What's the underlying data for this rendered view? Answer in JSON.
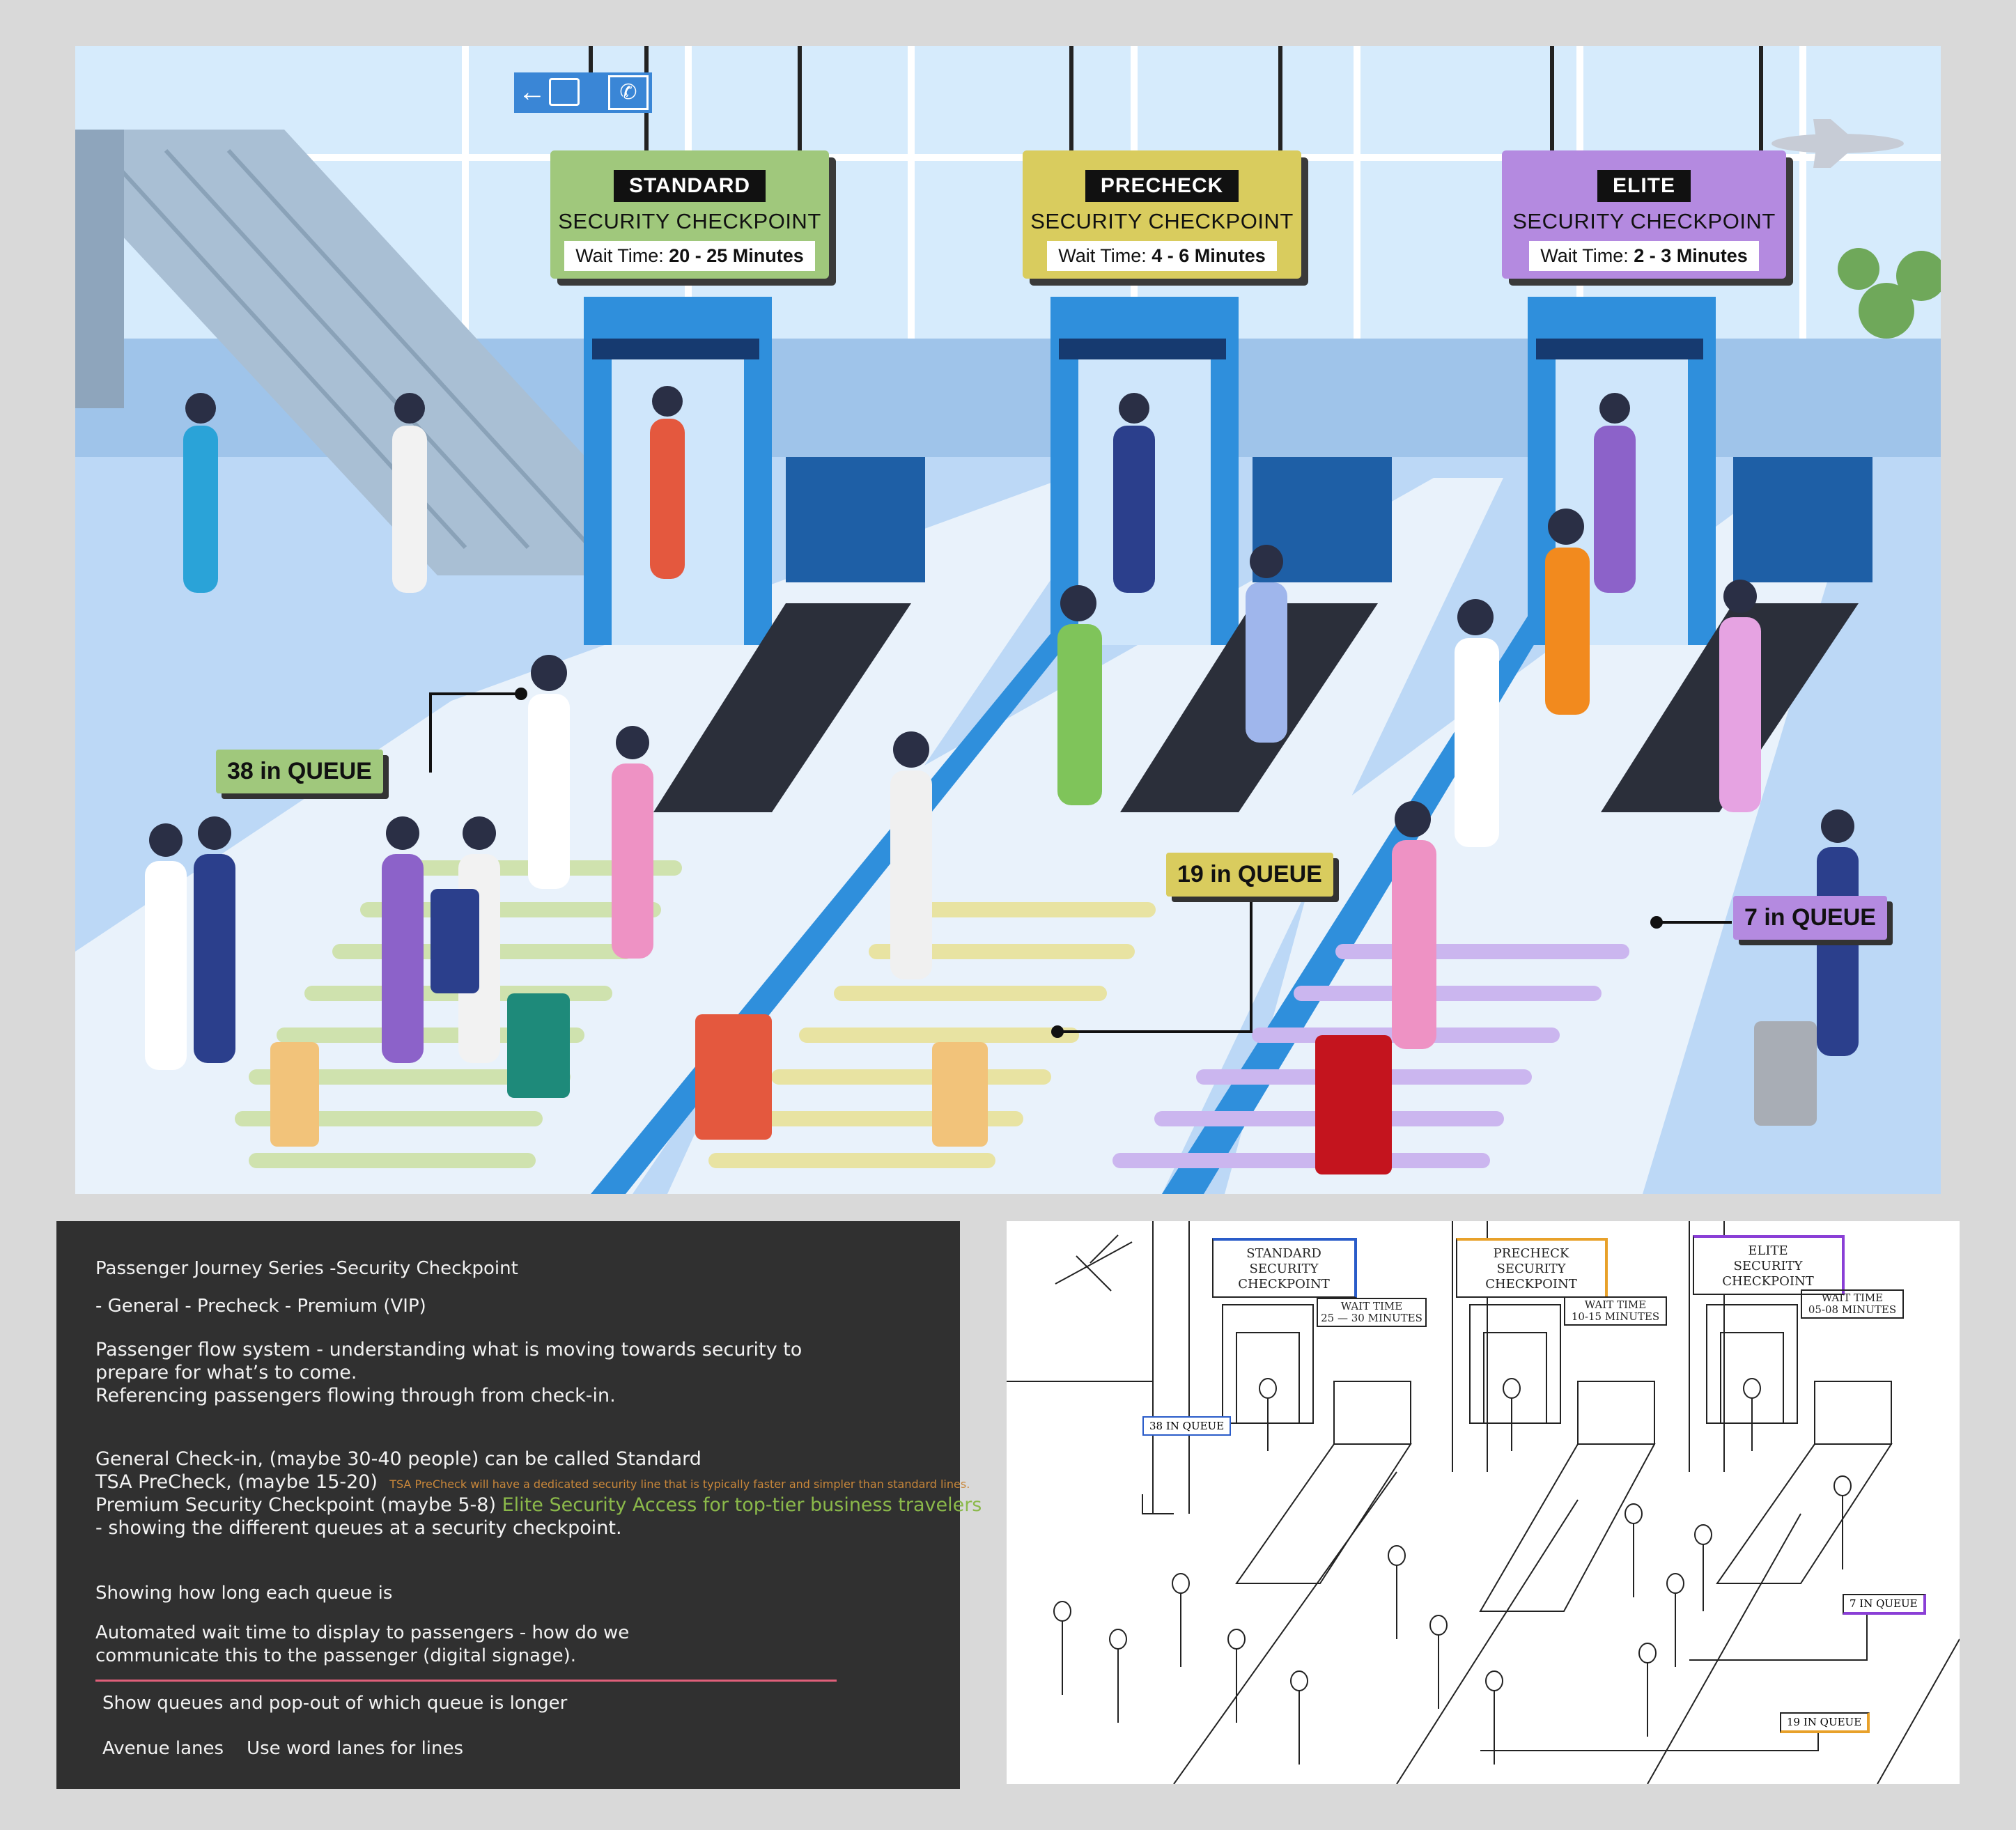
{
  "illustration": {
    "checkpoints": [
      {
        "tier": "STANDARD",
        "title": "SECURITY CHECKPOINT",
        "wait_prefix": "Wait Time: ",
        "wait_value": "20 - 25 Minutes",
        "color": "#a0c87c",
        "queue": "38 in QUEUE"
      },
      {
        "tier": "PRECHECK",
        "title": "SECURITY CHECKPOINT",
        "wait_prefix": "Wait Time: ",
        "wait_value": "4 - 6 Minutes",
        "color": "#d9cc5e",
        "queue": "19 in QUEUE"
      },
      {
        "tier": "ELITE",
        "title": "SECURITY CHECKPOINT",
        "wait_prefix": "Wait Time: ",
        "wait_value": "2 - 3 Minutes",
        "color": "#b48ae0",
        "queue": "7 in QUEUE"
      }
    ],
    "wayfinding_icons": [
      "arrow-left-icon",
      "escalator-icon",
      "phone-icon"
    ],
    "colors": {
      "standard": "#a0c87c",
      "precheck": "#d9cc5e",
      "elite": "#b48ae0",
      "scanner_blue": "#2f8fdc",
      "floor": "#bcd8f6"
    }
  },
  "notes": {
    "line1": "Passenger Journey Series -Security Checkpoint",
    "line2": "-  General - Precheck - Premium (VIP)",
    "line3": "Passenger flow system - understanding what is moving towards security to",
    "line4": "prepare for what’s to come.",
    "line5": "Referencing passengers flowing through from check-in.",
    "line6": "General Check-in, (maybe 30-40 people) can be called Standard",
    "line7": "TSA PreCheck, (maybe 15-20)",
    "line7_note": "TSA PreCheck will have a dedicated security line that is typically faster and simpler than standard lines.",
    "line8": "Premium Security Checkpoint (maybe 5-8)",
    "line8_note": "Elite Security Access for top-tier business travelers",
    "line9": "- showing the different queues at a security checkpoint.",
    "line10": "Showing how long each queue is",
    "line11": "Automated wait time to display to passengers - how do we",
    "line12": "communicate this to the passenger (digital signage).",
    "line13": "Show queues and pop-out of which queue is longer",
    "line14a": "Avenue lanes",
    "line14b": "Use word lanes for lines",
    "divider_color": "#e0607a"
  },
  "sketch": {
    "signs": [
      {
        "l1": "STANDARD",
        "l2": "SECURITY CHECKPOINT",
        "color": "#2a5cc9"
      },
      {
        "l1": "PRECHECK",
        "l2": "SECURITY CHECKPOINT",
        "color": "#e8a12a"
      },
      {
        "l1": "ELITE",
        "l2": "SECURITY CHECKPOINT",
        "color": "#8a3fd6"
      }
    ],
    "waits": [
      {
        "l1": "WAIT TIME",
        "l2": "25 — 30 MINUTES"
      },
      {
        "l1": "WAIT TIME",
        "l2": "10-15 MINUTES"
      },
      {
        "l1": "WAIT TIME",
        "l2": "05-08 MINUTES"
      }
    ],
    "queues": [
      "38 IN QUEUE",
      "19 IN QUEUE",
      "7 IN QUEUE"
    ]
  }
}
